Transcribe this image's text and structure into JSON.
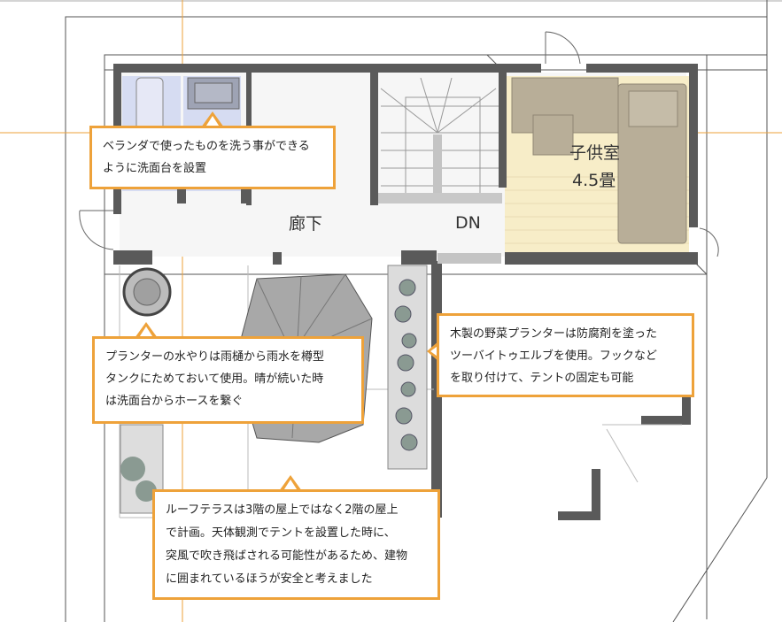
{
  "rooms": {
    "corridor": "廊下",
    "stairs_dn": "DN",
    "kids_room": "子供室",
    "kids_room_size": "4.5畳"
  },
  "callouts": [
    {
      "text": "ベランダで使ったものを洗う事ができる\nように洗面台を設置"
    },
    {
      "text": "プランターの水やりは雨樋から雨水を樽型\nタンクにためておいて使用。晴が続いた時\nは洗面台からホースを繋ぐ"
    },
    {
      "text": "木製の野菜プランターは防腐剤を塗った\nツーバイトゥエルブを使用。フックなど\nを取り付けて、テントの固定も可能"
    },
    {
      "text": "ルーフテラスは3階の屋上ではなく2階の屋上\nで計画。天体観測でテントを設置した時に、\n突風で吹き飛ばされる可能性があるため、建物\nに囲まれているほうが安全と考えました"
    }
  ],
  "colors": {
    "accent": "#eea23a",
    "wall": "#5a5a5a",
    "kids_floor": "#f7edc8",
    "furniture": "#b8ae98",
    "toilet": "#d6dcf2"
  }
}
